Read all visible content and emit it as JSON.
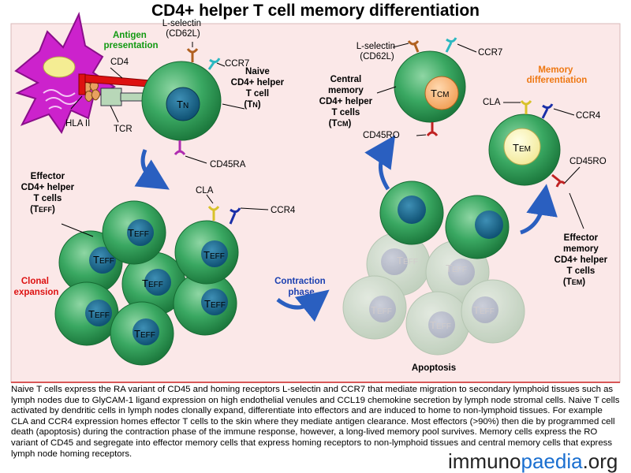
{
  "title": "CD4+ helper T cell memory differentiation",
  "labels": {
    "antigen_presentation": [
      "Antigen",
      "presentation"
    ],
    "l_selectin_top": [
      "L-selectin",
      "(CD62L)"
    ],
    "ccr7": "CCR7",
    "cd4": "CD4",
    "naive": [
      "Naive",
      "CD4+ helper",
      "T cell",
      "(T",
      "N",
      ")"
    ],
    "hla": "HLA II",
    "tcr": "TCR",
    "cd45ra": "CD45RA",
    "effector": [
      "Effector",
      "CD4+ helper",
      "T cells",
      "(T",
      "EFF",
      ")"
    ],
    "cla": "CLA",
    "ccr4": "CCR4",
    "clonal": [
      "Clonal",
      "expansion"
    ],
    "contraction": [
      "Contraction",
      "phase"
    ],
    "l_selectin_right": [
      "L-selectin",
      "(CD62L)"
    ],
    "ccr7_right": "CCR7",
    "memory_diff": [
      "Memory",
      "differentiation"
    ],
    "central": [
      "Central",
      "memory",
      "CD4+ helper",
      "T cells",
      "(T",
      "CM",
      ")"
    ],
    "cd45ro_left": "CD45RO",
    "cla_right": "CLA",
    "ccr4_right": "CCR4",
    "cd45ro_right": "CD45RO",
    "effector_mem": [
      "Effector",
      "memory",
      "CD4+ helper",
      "T cells",
      "(T",
      "EM",
      ")"
    ],
    "apoptosis": "Apoptosis"
  },
  "cells": {
    "tn": [
      "T",
      "N"
    ],
    "tcm": [
      "T",
      "CM"
    ],
    "tem": [
      "T",
      "EM"
    ],
    "teff": [
      "T",
      "EFF"
    ]
  },
  "colors": {
    "background_panel": "#fbe8e8",
    "cell_green": "#2f9a55",
    "nucleus_blue": "#1a6c91",
    "apc_magenta": "#cc22cc",
    "red_labels": "#dd1111",
    "green_labels": "#119911",
    "orange_labels": "#ee7711"
  },
  "caption": "Naive T cells express the RA variant of CD45 and homing receptors L-selectin and CCR7 that mediate migration to secondary lymphoid tissues such as lymph nodes due to GlyCAM-1 ligand expression on high endothelial venules and CCL19 chemokine secretion by lymph node stromal cells. Naive T cells activated by dendritic cells in lymph nodes clonally expand, differentiate into effectors and are induced to home to non-lymphoid tissues. For example CLA and CCR4 expression homes effector T cells to the skin where they mediate antigen clearance. Most effectors (>90%) then die by programmed cell death (apoptosis) during the contraction phase of the immune response, however, a long-lived memory pool survives. Memory cells express the RO variant of CD45 and segregate into effector memory cells that express homing receptors to non-lymphoid tissues and central memory cells that express lymph node homing receptors.",
  "watermark": {
    "part1": "immuno",
    "part2": "paedia",
    "part3": ".org"
  }
}
